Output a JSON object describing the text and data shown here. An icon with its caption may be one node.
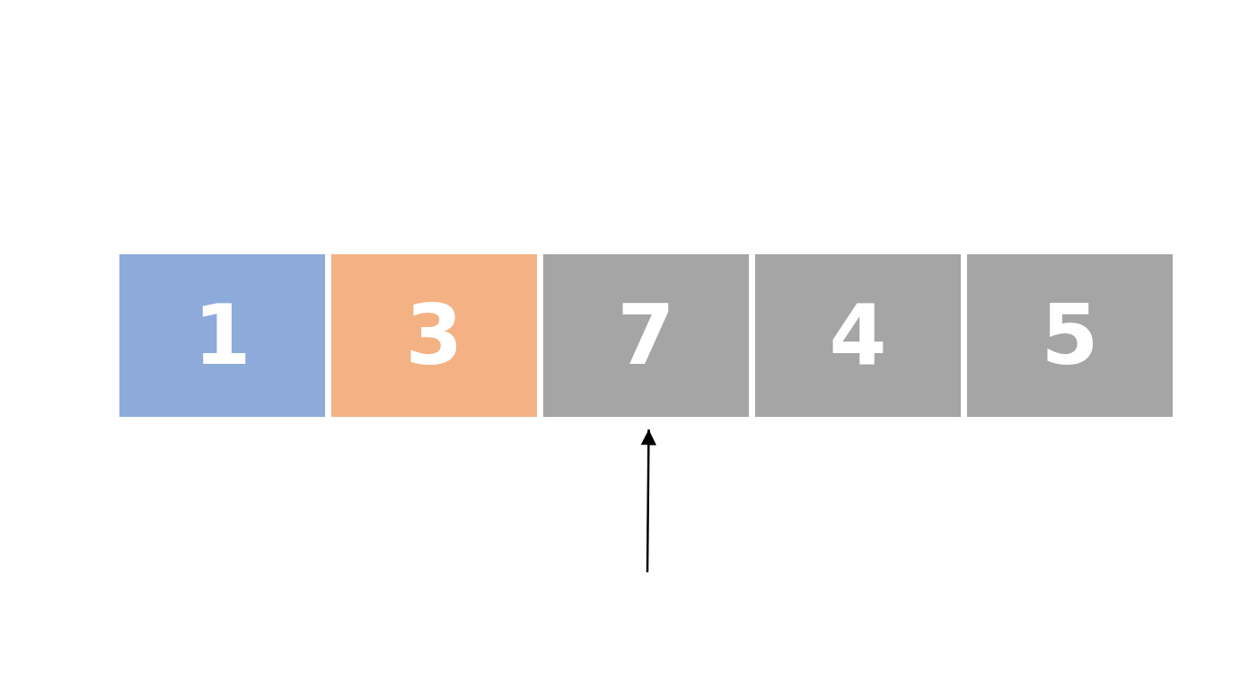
{
  "diagram": {
    "nodes": [
      {
        "text": [
          "1"
        ]
      },
      {
        "text": [
          "3"
        ]
      },
      {
        "text": [
          "7"
        ]
      },
      {
        "text": [
          "4"
        ]
      },
      {
        "text": [
          "5"
        ]
      }
    ],
    "edges": [
      {
        "from": null,
        "to": 2,
        "arrow": "to"
      }
    ]
  }
}
